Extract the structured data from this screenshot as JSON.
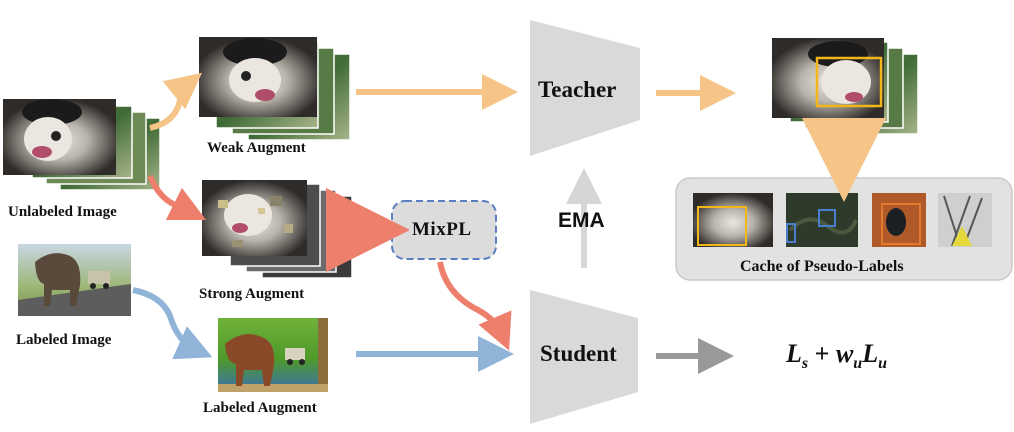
{
  "labels": {
    "unlabeled_image": "Unlabeled Image",
    "labeled_image": "Labeled Image",
    "weak_augment": "Weak Augment",
    "strong_augment": "Strong Augment",
    "labeled_augment": "Labeled Augment",
    "mixpl": "MixPL",
    "teacher": "Teacher",
    "student": "Student",
    "ema": "EMA",
    "cache": "Cache of Pseudo-Labels"
  },
  "loss": {
    "L": "L",
    "s": "s",
    "plus": "+",
    "w": "w",
    "u1": "u",
    "L2": "L",
    "u2": "u"
  },
  "colors": {
    "orange_arrow": "#f6c486",
    "red_arrow": "#ee7f6c",
    "blue_arrow": "#8fb4d8",
    "gray_arrow": "#999999",
    "network_fill": "#d9d9d9",
    "cache_box": "#e2e2e2",
    "pseudo_box_yellow": "#f2b61a",
    "pseudo_box_blue": "#4a7fd0",
    "pseudo_box_orange": "#e47a2e",
    "mixpl_border": "#5a7fc0"
  }
}
